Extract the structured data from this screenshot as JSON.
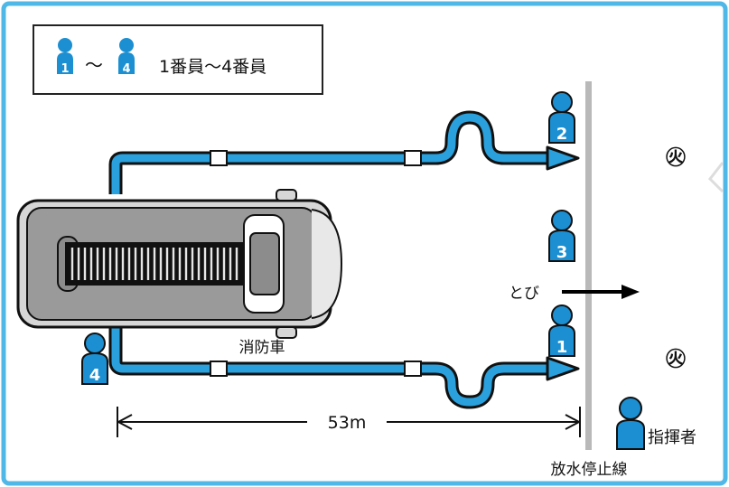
{
  "legend": {
    "first_number": "1",
    "separator": "～",
    "last_number": "4",
    "text": "1番員～4番員"
  },
  "vehicle_label": "消防車",
  "members": {
    "m1": "1",
    "m2": "2",
    "m3": "3",
    "m4": "4"
  },
  "commander_label": "指揮者",
  "jump_label": "とび",
  "distance_label": "53m",
  "stop_line_label": "放水停止線",
  "fire_marks": [
    "㊋",
    "㊋"
  ],
  "colors": {
    "frame": "#4fb8e6",
    "hose": "#2aa0dc",
    "member": "#1b8fd1",
    "stop_line": "#b9b9b9",
    "vehicle_body": "#9a9a9a"
  }
}
